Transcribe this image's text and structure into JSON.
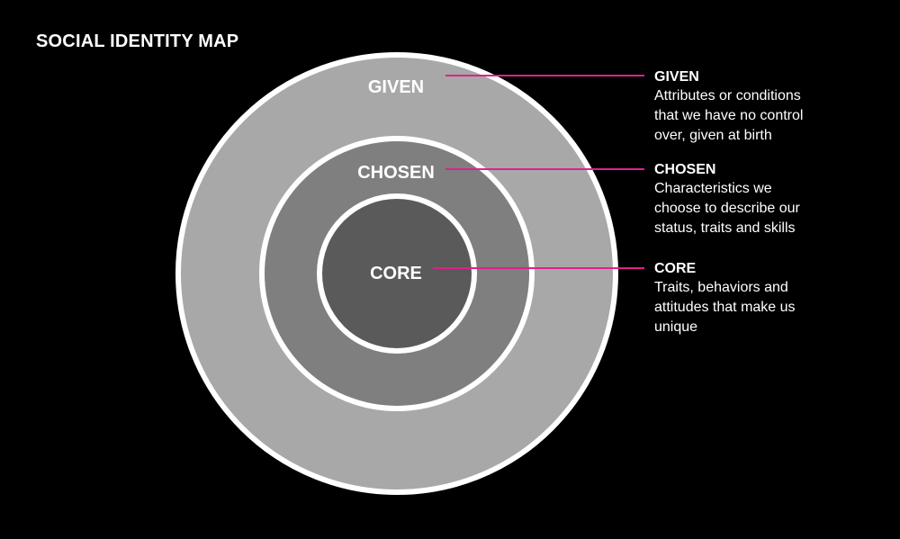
{
  "title": "SOCIAL IDENTITY MAP",
  "colors": {
    "background": "#000000",
    "outer_ring": "#a8a8a8",
    "middle_ring": "#7f7f7f",
    "inner_circle": "#5a5a5a",
    "ring_border": "#ffffff",
    "connector": "#e0218a",
    "text": "#ffffff"
  },
  "rings": [
    {
      "key": "given",
      "label": "GIVEN",
      "heading": "GIVEN",
      "description_lines": [
        "Attributes or conditions",
        "that we have no control",
        "over, given at birth"
      ]
    },
    {
      "key": "chosen",
      "label": "CHOSEN",
      "heading": "CHOSEN",
      "description_lines": [
        "Characteristics we",
        "choose to describe our",
        "status, traits and skills"
      ]
    },
    {
      "key": "core",
      "label": "CORE",
      "heading": "CORE",
      "description_lines": [
        "Traits, behaviors and",
        "attitudes that make us",
        "unique"
      ]
    }
  ]
}
